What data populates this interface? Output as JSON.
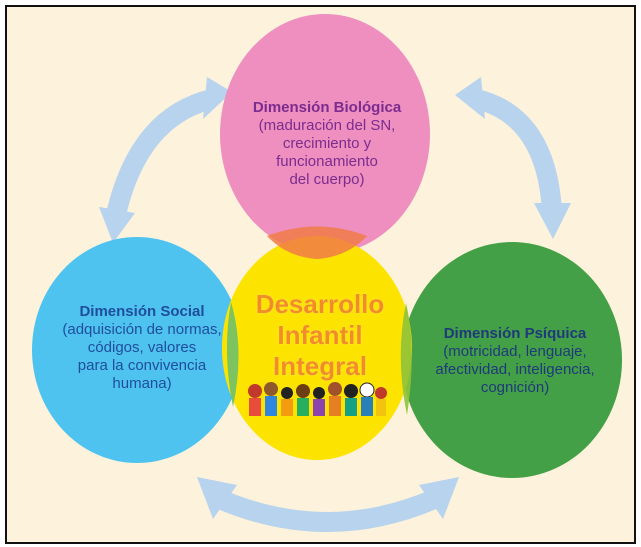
{
  "dimensions": {
    "biologica": {
      "title": "Dimensión Biológica",
      "description": "(maduración del SN,\ncrecimiento y\nfuncionamiento\ndel cuerpo)"
    },
    "social": {
      "title": "Dimensión Social",
      "description": "(adquisición de normas,\ncódigos, valores\npara  la convivencia\nhumana)"
    },
    "psiquica": {
      "title": "Dimensión Psíquica",
      "description": "(motricidad, lenguaje,\nafectividad, inteligencia,\ncognición)"
    }
  },
  "center": {
    "text": "Desarrollo\nInfantil\nIntegral"
  },
  "colors": {
    "background": "#fdf2dc",
    "biologica_circle": "#ee8fc0",
    "social_circle": "#4fc3ef",
    "psiquica_circle": "#43a047",
    "center_circle": "#fde400",
    "arrows": "#b7d3ee",
    "center_text": "#f28c28"
  }
}
